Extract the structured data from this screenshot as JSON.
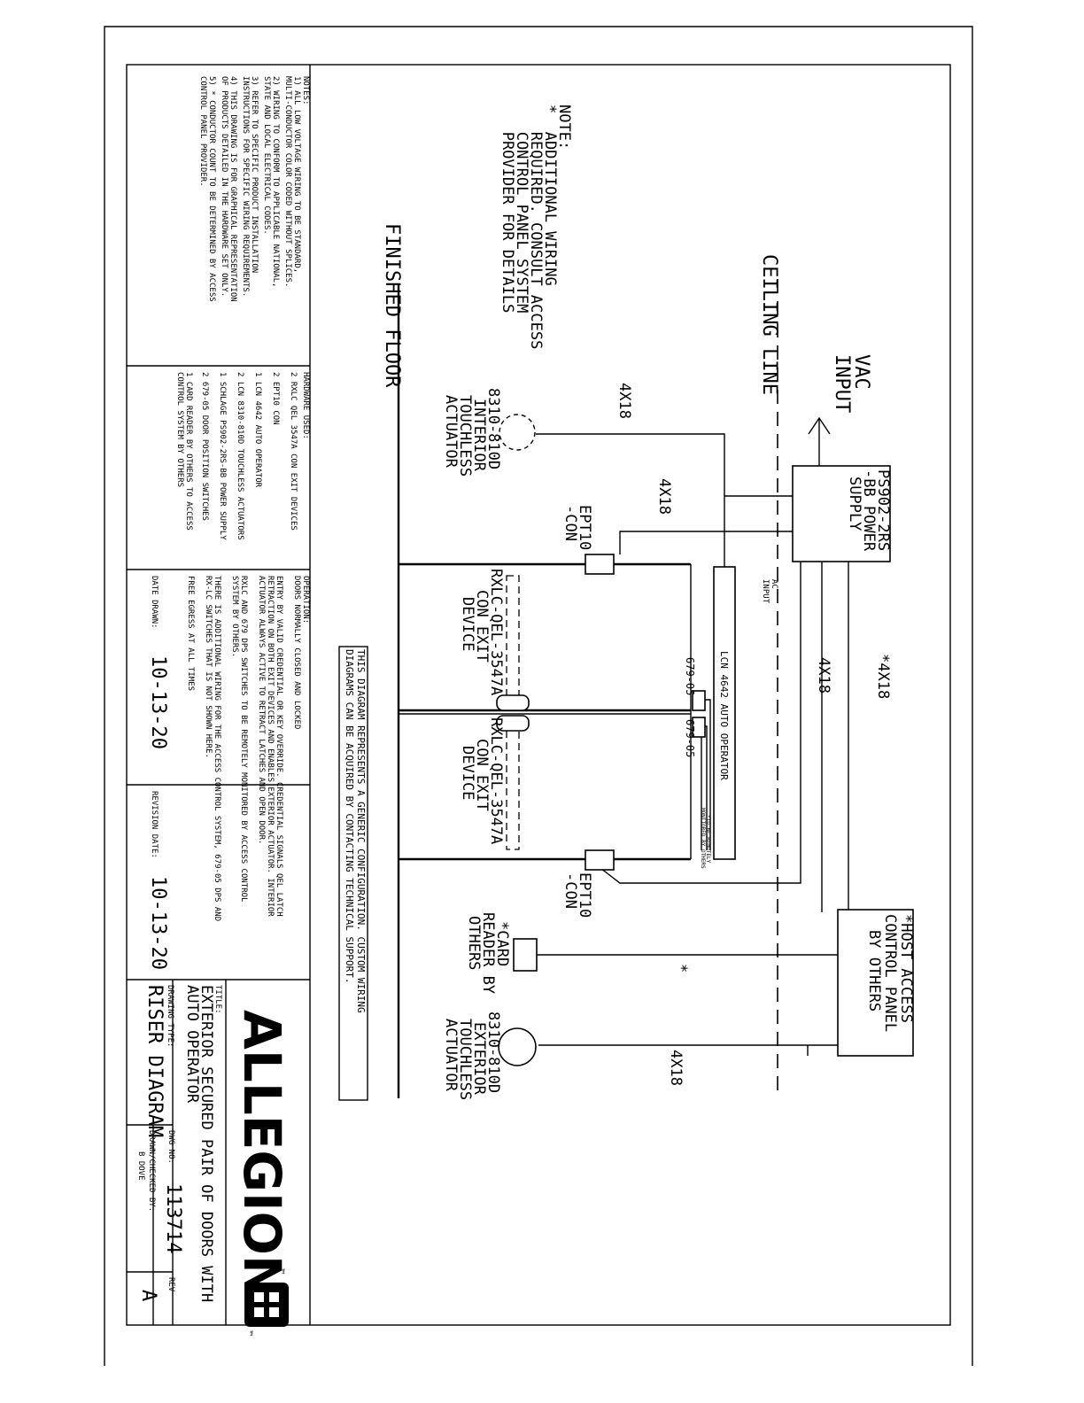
{
  "diagram": {
    "ceiling_line": "CEILING LINE",
    "finished_floor": "FINISHED FLOOR",
    "vac_input": [
      "VAC",
      "INPUT"
    ],
    "power_supply": [
      "PS902-2RS",
      "-BB POWER",
      "SUPPLY"
    ],
    "host_panel": [
      "*HOST ACCESS",
      "CONTROL PANEL",
      "BY OTHERS"
    ],
    "wire_4x18": "4X18",
    "wire_star_4x18": "*4X18",
    "star": "*",
    "ac_input": [
      "AC",
      "INPUT"
    ],
    "operator": "LCN 4642 AUTO OPERATOR",
    "dps_left": "679-05",
    "dps_right": "679-05",
    "remote_note": [
      "*TO BE REMOTELY",
      "MONITORED BY OTHERS"
    ],
    "interior_actuator": [
      "8310-810D",
      "INTERIOR",
      "TOUCHLESS",
      "ACTUATOR"
    ],
    "exterior_actuator": [
      "8310-810D",
      "EXTERIOR",
      "TOUCHLESS",
      "ACTUATOR"
    ],
    "ept_left": [
      "EPT10",
      "-CON"
    ],
    "ept_right": [
      "EPT10",
      "-CON"
    ],
    "exit_left": [
      "RXLC-QEL-3547A",
      "CON EXIT",
      "DEVICE"
    ],
    "exit_right": [
      "RXLC-QEL-3547A",
      "CON EXIT",
      "DEVICE"
    ],
    "card_reader": [
      "*CARD",
      "READER BY",
      "OTHERS"
    ],
    "generic_note": [
      "THIS DIAGRAM REPRESENTS A GENERIC CONFIGURATION. CUSTOM WIRING",
      "DIAGRAMS CAN BE ACQUIRED BY CONTACTING TECHNICAL SUPPORT."
    ],
    "note": [
      "NOTE:",
      "*  ADDITIONAL WIRING",
      "   REQUIRED. CONSULT ACCESS",
      "   CONTROL PANEL SYSTEM",
      "   PROVIDER FOR DETAILS"
    ]
  },
  "title_block": {
    "notes": [
      "NOTES:",
      "1) ALL LOW VOLTAGE WIRING TO BE STANDARD,",
      "MULTI-CONDUCTOR COLOR CODED WITHOUT SPLICES.",
      "2) WIRING TO CONFORM TO APPLICABLE NATIONAL,",
      "STATE AND LOCAL ELECTRICAL CODES.",
      "3) REFER TO SPECIFIC PRODUCT INSTALLATION",
      "INSTRUCTIONS FOR SPECIFIC WIRING REQUIREMENTS.",
      "4) THIS DRAWING IS FOR GRAPHICAL REPRESENTATION",
      "OF PRODUCTS DETAILED IN THE HARDWARE SET ONLY.",
      "5) * CONDUCTOR COUNT TO BE DETERMINED BY ACCESS",
      "CONTROL PANEL PROVIDER."
    ],
    "hardware": [
      "HARDWARE USED:",
      "2 RXLC QEL 3547A CON EXIT DEVICES",
      "2 EPT10 CON",
      "1 LCN 4642 AUTO OPERATOR",
      "2 LCN 8310-810D TOUCHLESS ACTUATORS",
      "1 SCHLAGE PS902-2RS-BB POWER SUPPLY",
      "2 679-05 DOOR POSITION SWITCHES",
      "1 CARD READER BY OTHERS TO ACCESS",
      "CONTROL SYSTEM BY OTHERS"
    ],
    "operation": [
      "OPERATION:",
      "DOORS NORMALLY CLOSED AND LOCKED",
      "ENTRY BY VALID CREDENTIAL OR KEY OVERRIDE. CREDENTIAL SIGNALS QEL LATCH",
      "RETRACTION ON BOTH EXIT DEVICES AND ENABLES EXTERIOR ACTUATOR. INTERIOR",
      "ACTUATOR ALWAYS ACTIVE TO RETRACT LATCHES AND OPEN DOOR.",
      "RXLC AND 679 DPS SWITCHES TO BE REMOTELY MONITORED BY ACCESS CONTROL",
      "SYSTEM BY OTHERS.",
      "THERE IS ADDITIONAL WIRING FOR THE ACCESS CONTROL SYSTEM, 679-05 DPS AND",
      "RX-LC SWITCHES THAT IS NOT SHOWN HERE.",
      "FREE EGRESS AT ALL TIMES"
    ],
    "date_drawn_label": "DATE DRAWN:",
    "date_drawn": "10-13-20",
    "revision_date_label": "REVISION DATE:",
    "revision_date": "10-13-20",
    "logo": "ALLEGION",
    "tm": "™",
    "title_label": "TITLE:",
    "title": [
      "EXTERIOR SECURED PAIR OF DOORS WITH",
      "AUTO OPERATOR"
    ],
    "drawing_type_label": "DRAWING TYPE:",
    "drawing_type": "RISER DIAGRAM",
    "dwg_no_label": "DWG NO:",
    "dwg_no": "113714",
    "drawn_checked_label": "DRAWN/CHECKED BY:",
    "drawn_checked": "B DOVE",
    "rev_label": "REV",
    "rev": "A"
  }
}
